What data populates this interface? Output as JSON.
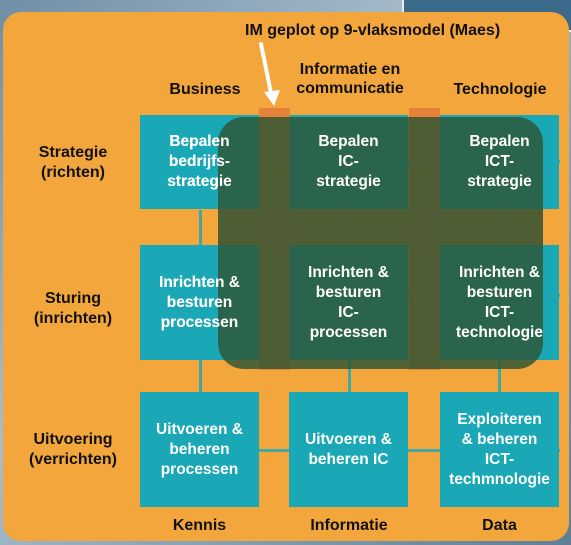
{
  "title": "IM geplot op 9-vlaksmodel (Maes)",
  "columns": {
    "business": "Business",
    "informatie": "Informatie en\ncommunicatie",
    "technologie": "Technologie"
  },
  "rows": {
    "strategie": "Strategie\n(richten)",
    "sturing": "Sturing\n(inrichten)",
    "uitvoering": "Uitvoering\n(verrichten)"
  },
  "footer": {
    "kennis": "Kennis",
    "informatie": "Informatie",
    "data": "Data"
  },
  "cells": {
    "r1c1": "Bepalen\nbedrijfs-\nstrategie",
    "r1c2": "Bepalen\nIC-\nstrategie",
    "r1c3": "Bepalen\nICT-\nstrategie",
    "r2c1": "Inrichten &\nbesturen\nprocessen",
    "r2c2": "Inrichten &\nbesturen\nIC-\nprocessen",
    "r2c3": "Inrichten &\nbesturen\nICT-\ntechnologie",
    "r3c1": "Uitvoeren &\nbeheren\nprocessen",
    "r3c2": "Uitvoeren &\nbeheren IC",
    "r3c3": "Exploiteren\n& beheren\nICT-\ntechmnologie"
  },
  "colors": {
    "board": "#f2a63b",
    "cell": "#1aa7b6",
    "overlay_band": "#e07a3a",
    "overlay_area": "#2e5634"
  }
}
